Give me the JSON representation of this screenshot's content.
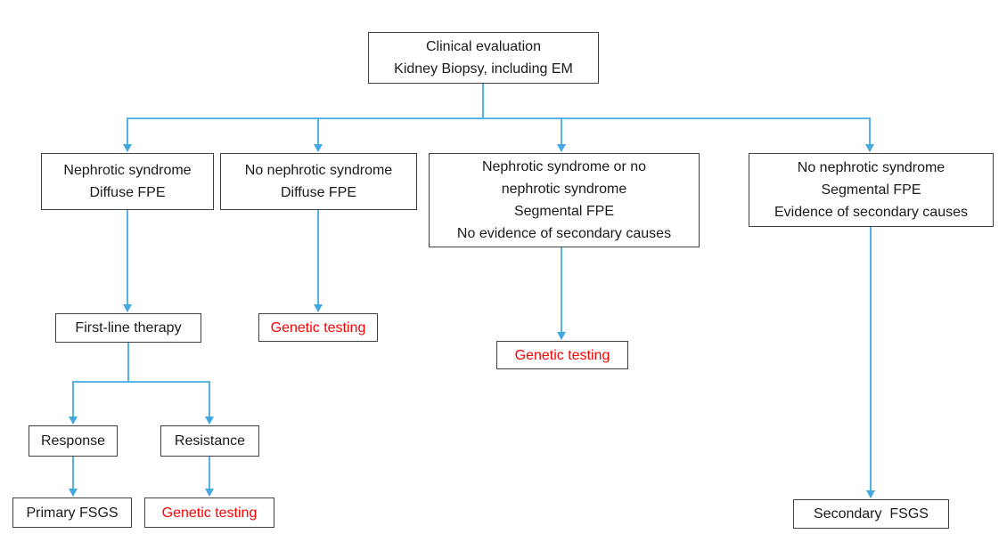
{
  "diagram": {
    "title": "FSGS diagnostic flowchart",
    "colors": {
      "connector": "#42A9E0",
      "alert_text": "#FE0000",
      "box_border": "#3F3F3F",
      "text": "#1A1A1A",
      "background": "#FFFFFF"
    },
    "nodes": {
      "clinical": {
        "label": "Clinical evaluation\nKidney Biopsy, including EM"
      },
      "branch1": {
        "label": "Nephrotic syndrome\nDiffuse FPE"
      },
      "branch2": {
        "label": "No nephrotic syndrome\nDiffuse FPE"
      },
      "branch3": {
        "label": "Nephrotic syndrome or no\nnephrotic syndrome\nSegmental FPE\nNo evidence of secondary causes"
      },
      "branch4": {
        "label": "No nephrotic syndrome\nSegmental FPE\nEvidence of secondary causes"
      },
      "first_line": {
        "label": "First-line therapy"
      },
      "genetic1": {
        "label": "Genetic testing"
      },
      "genetic2": {
        "label": "Genetic testing"
      },
      "response": {
        "label": "Response"
      },
      "resistance": {
        "label": "Resistance"
      },
      "primary": {
        "label": "Primary FSGS"
      },
      "genetic3": {
        "label": "Genetic testing"
      },
      "secondary": {
        "label": "Secondary  FSGS"
      }
    }
  }
}
